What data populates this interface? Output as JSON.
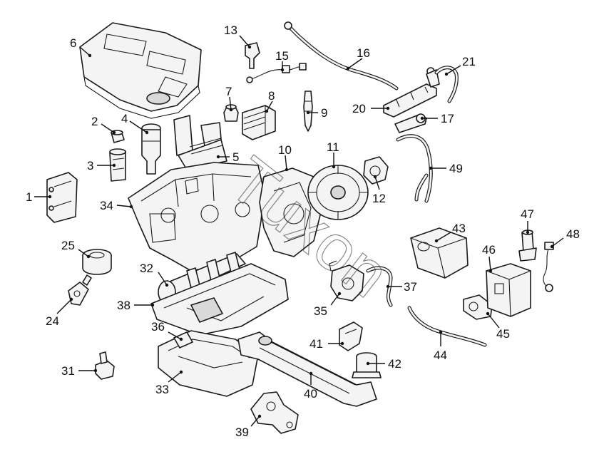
{
  "diagram": {
    "callouts": [
      {
        "id": "1",
        "label": "1"
      },
      {
        "id": "2",
        "label": "2"
      },
      {
        "id": "3",
        "label": "3"
      },
      {
        "id": "4",
        "label": "4"
      },
      {
        "id": "5",
        "label": "5"
      },
      {
        "id": "6",
        "label": "6"
      },
      {
        "id": "7",
        "label": "7"
      },
      {
        "id": "8",
        "label": "8"
      },
      {
        "id": "9",
        "label": "9"
      },
      {
        "id": "10",
        "label": "10"
      },
      {
        "id": "11",
        "label": "11"
      },
      {
        "id": "12",
        "label": "12"
      },
      {
        "id": "13",
        "label": "13"
      },
      {
        "id": "15",
        "label": "15"
      },
      {
        "id": "16",
        "label": "16"
      },
      {
        "id": "17",
        "label": "17"
      },
      {
        "id": "20",
        "label": "20"
      },
      {
        "id": "21",
        "label": "21"
      },
      {
        "id": "24",
        "label": "24"
      },
      {
        "id": "25",
        "label": "25"
      },
      {
        "id": "31",
        "label": "31"
      },
      {
        "id": "32",
        "label": "32"
      },
      {
        "id": "33",
        "label": "33"
      },
      {
        "id": "34",
        "label": "34"
      },
      {
        "id": "35",
        "label": "35"
      },
      {
        "id": "36",
        "label": "36"
      },
      {
        "id": "37",
        "label": "37"
      },
      {
        "id": "38",
        "label": "38"
      },
      {
        "id": "39",
        "label": "39"
      },
      {
        "id": "40",
        "label": "40"
      },
      {
        "id": "41",
        "label": "41"
      },
      {
        "id": "42",
        "label": "42"
      },
      {
        "id": "43",
        "label": "43"
      },
      {
        "id": "44",
        "label": "44"
      },
      {
        "id": "45",
        "label": "45"
      },
      {
        "id": "46",
        "label": "46"
      },
      {
        "id": "47",
        "label": "47"
      },
      {
        "id": "48",
        "label": "48"
      },
      {
        "id": "49",
        "label": "49"
      }
    ],
    "watermark": "Tuxon"
  },
  "colors": {
    "line": "#1a1a1a",
    "fill": "#f4f4f4",
    "background": "#ffffff"
  }
}
